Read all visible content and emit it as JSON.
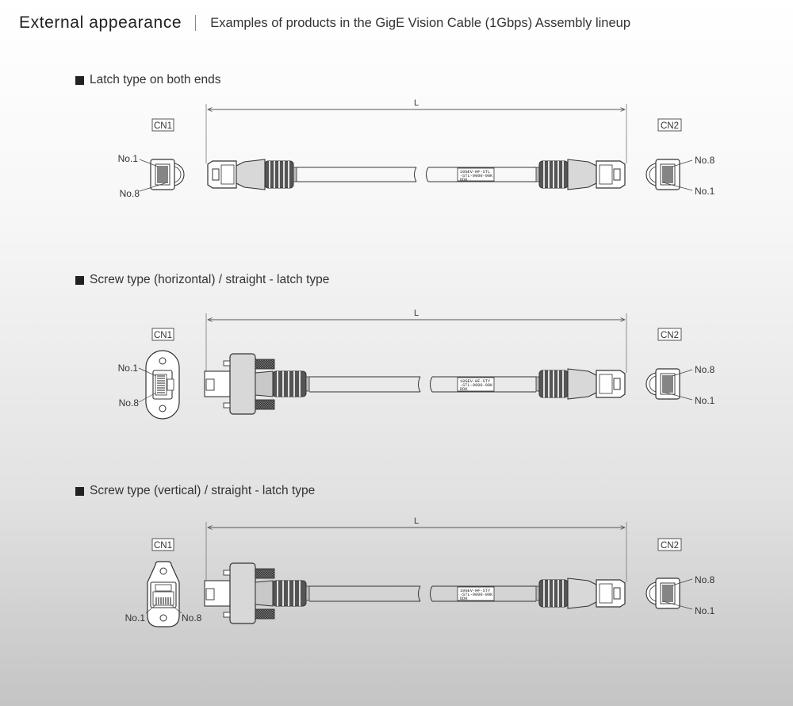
{
  "header": {
    "title": "External appearance",
    "subtitle": "Examples of products in the GigE Vision Cable (1Gbps) Assembly lineup"
  },
  "sections": [
    {
      "title": "Latch type on both ends",
      "length_label": "L",
      "cn1_label": "CN1",
      "cn2_label": "CN2",
      "cn1_pins": [
        "No.1",
        "No.8"
      ],
      "cn2_pins": [
        "No.8",
        "No.1"
      ],
      "cable_marking": [
        "10GEV-HF-STL",
        "-STL-0000-00K",
        "DDK"
      ]
    },
    {
      "title": "Screw type (horizontal) / straight - latch type",
      "length_label": "L",
      "cn1_label": "CN1",
      "cn2_label": "CN2",
      "cn1_pins": [
        "No.1",
        "No.8"
      ],
      "cn2_pins": [
        "No.8",
        "No.1"
      ],
      "cable_marking": [
        "10GEV-HF-STY",
        "-STL-0000-00K",
        "DDK"
      ]
    },
    {
      "title": "Screw type (vertical) / straight - latch type",
      "length_label": "L",
      "cn1_label": "CN1",
      "cn2_label": "CN2",
      "cn1_pins": [
        "No.1",
        "No.8"
      ],
      "cn2_pins": [
        "No.8",
        "No.1"
      ],
      "cable_marking": [
        "10GEV-HF-STY",
        "-STL-0000-00K",
        "DDK"
      ]
    }
  ]
}
